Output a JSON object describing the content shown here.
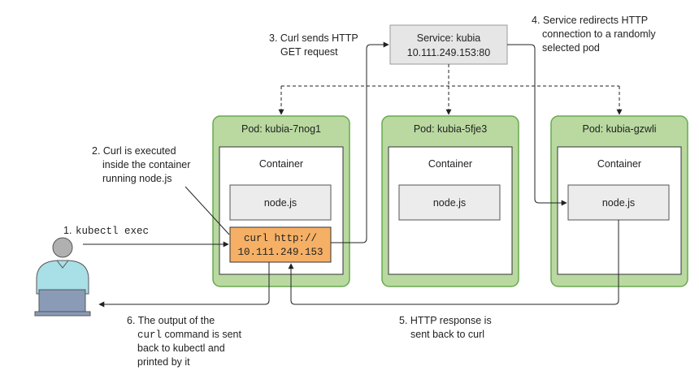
{
  "service": {
    "title": "Service: kubia",
    "address": "10.111.249.153:80"
  },
  "pods": [
    {
      "title": "Pod: kubia-7nog1",
      "container_label": "Container",
      "app_label": "node.js"
    },
    {
      "title": "Pod: kubia-5fje3",
      "container_label": "Container",
      "app_label": "node.js"
    },
    {
      "title": "Pod: kubia-gzwli",
      "container_label": "Container",
      "app_label": "node.js"
    }
  ],
  "curl_box": {
    "line1": "curl http://",
    "line2": "10.111.249.153"
  },
  "steps": {
    "step1": {
      "number": "1.",
      "command": "kubectl exec"
    },
    "step2": {
      "line1": "2. Curl is executed",
      "line2": "inside the container",
      "line3": "running node.js"
    },
    "step3": {
      "line1": "3. Curl sends HTTP",
      "line2": "GET request"
    },
    "step4": {
      "line1": "4. Service redirects HTTP",
      "line2": "connection to a randomly",
      "line3": "selected pod"
    },
    "step5": {
      "line1": "5. HTTP response is",
      "line2": "sent back to curl"
    },
    "step6": {
      "line1": "6. The output of the",
      "code": "curl",
      "line2_rest": " command is sent",
      "line3": "back to kubectl and",
      "line4": "printed by it"
    }
  },
  "colors": {
    "pod_fill": "#b9d9a0",
    "pod_stroke": "#6aa84f",
    "service_fill": "#e6e6e6",
    "app_fill": "#ececec",
    "curl_fill": "#f5b066",
    "person_shirt": "#a9dfe6",
    "person_head": "#b0b0b0",
    "laptop": "#8a9bb8",
    "line": "#222222"
  },
  "icons": [
    "person-icon",
    "laptop-icon"
  ]
}
